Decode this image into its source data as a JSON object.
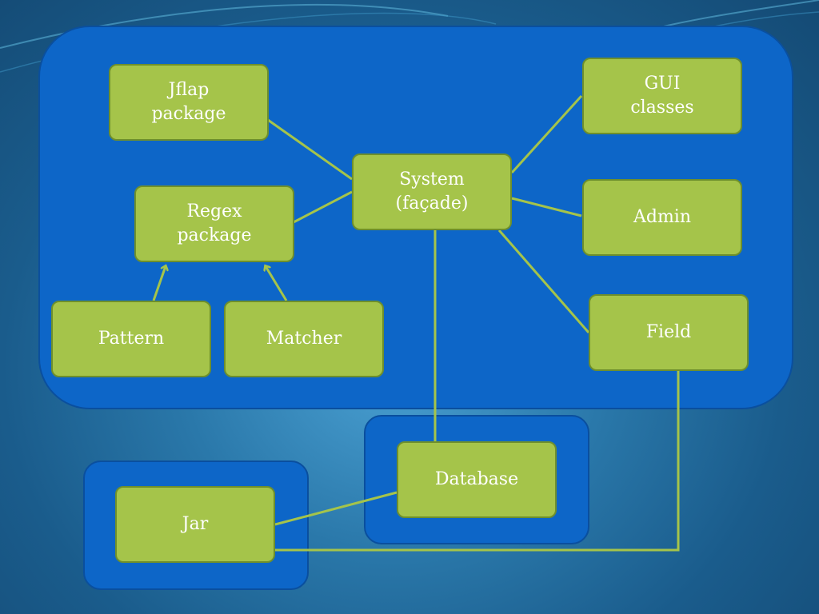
{
  "diagram": {
    "nodes": {
      "jflap": {
        "line1": "Jflap",
        "line2": "package"
      },
      "regex": {
        "line1": "Regex",
        "line2": "package"
      },
      "pattern": {
        "label": "Pattern"
      },
      "matcher": {
        "label": "Matcher"
      },
      "system": {
        "line1": "System",
        "line2": "(façade)"
      },
      "gui": {
        "line1": "GUI",
        "line2": "classes"
      },
      "admin": {
        "label": "Admin"
      },
      "field": {
        "label": "Field"
      },
      "database": {
        "label": "Database"
      },
      "jar": {
        "label": "Jar"
      }
    },
    "colors": {
      "node_fill": "#a5c44a",
      "node_border": "#6e8f2c",
      "container_fill": "#0d66c8",
      "connector": "#a5c44a",
      "text": "#ffffff"
    }
  }
}
